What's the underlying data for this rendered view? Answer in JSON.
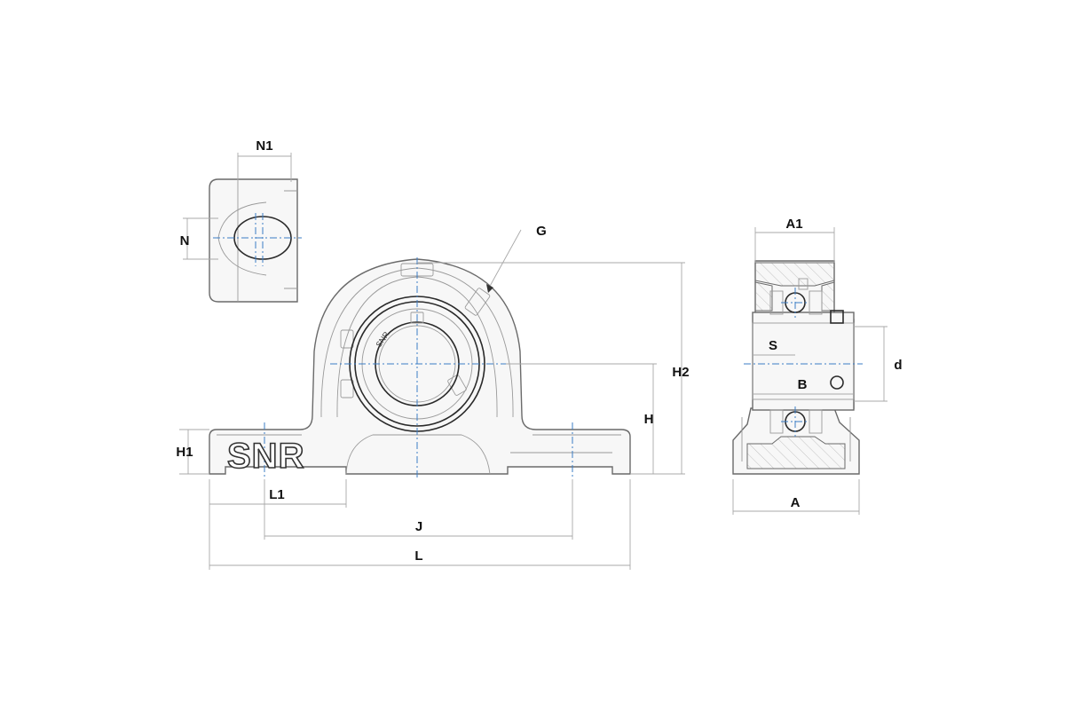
{
  "labels": {
    "N1": "N1",
    "N": "N",
    "G": "G",
    "H1": "H1",
    "H": "H",
    "H2": "H2",
    "L1": "L1",
    "J": "J",
    "L": "L",
    "A1": "A1",
    "A": "A",
    "S": "S",
    "B": "B",
    "d": "d"
  },
  "brand": {
    "logo": "SNR",
    "ring_text": "SNR"
  },
  "colors": {
    "centerline": "#3b7cc4",
    "outline": "#6a6a6a"
  }
}
